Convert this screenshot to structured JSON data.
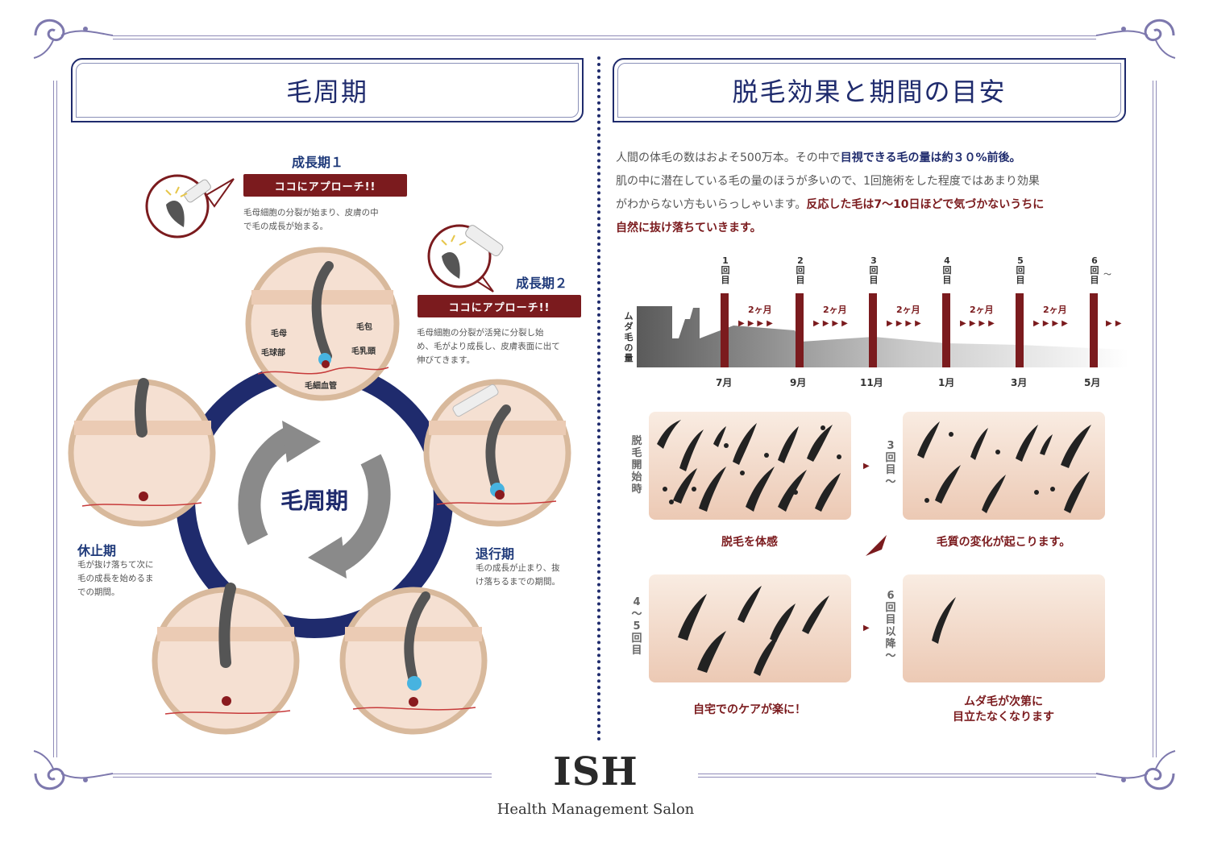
{
  "left": {
    "title": "毛周期",
    "center_label": "毛周期",
    "approach_label": "ココにアプローチ!!",
    "growth1": {
      "title": "成長期１",
      "desc": [
        "毛母細胞の分裂が始まり、皮膚の中",
        "で毛の成長が始まる。"
      ]
    },
    "growth2": {
      "title": "成長期２",
      "desc": [
        "毛母細胞の分裂が活発に分裂し始",
        "め、毛がより成長し、皮膚表面に出て",
        "伸びてきます。"
      ]
    },
    "regression": {
      "title": "退行期",
      "desc": [
        "毛の成長が止まり、抜",
        "け落ちるまでの期間。"
      ]
    },
    "rest": {
      "title": "休止期",
      "desc": [
        "毛が抜け落ちて次に",
        "毛の成長を始めるま",
        "での期間。"
      ]
    },
    "anatomy": [
      "毛母",
      "毛包",
      "毛球部",
      "毛乳頭",
      "毛細血管"
    ]
  },
  "right": {
    "title": "脱毛効果と期間の目安",
    "intro": {
      "line1_a": "人間の体毛の数はおよそ500万本。その中で",
      "line1_b": "目視できる毛の量は約３０%前後。",
      "line2": "肌の中に潜在している毛の量のほうが多いので、1回施術をした程度ではあまり効果",
      "line3_a": "がわからない方もいらっしゃいます。",
      "line3_b": "反応した毛は7～10日ほどで気づかないうちに",
      "line4": "自然に抜け落ちていきます。"
    },
    "timeline": {
      "y_label": "ムダ毛の量",
      "visits": [
        "1回目",
        "2回目",
        "3回目",
        "4回目",
        "5回目",
        "6回目"
      ],
      "visit_suffix": "～",
      "interval": "2ヶ月",
      "months": [
        "7月",
        "9月",
        "11月",
        "1月",
        "3月",
        "5月"
      ]
    },
    "stages": [
      {
        "label": "脱毛開始時",
        "caption": "脱毛を体感"
      },
      {
        "label": "3回目～",
        "caption": "毛質の変化が起こります。"
      },
      {
        "label": "4～5回目",
        "caption": "自宅でのケアが楽に！"
      },
      {
        "label": "6回目以降～",
        "caption_1": "ムダ毛が次第に",
        "caption_2": "目立たなくなります"
      }
    ]
  },
  "logo": {
    "mark": "ISH",
    "subtitle": "Health Management Salon"
  },
  "colors": {
    "navy": "#1f2b6d",
    "maroon": "#7b1b1e",
    "frame": "#8f8bb8",
    "skin": "#ecc9b4"
  }
}
